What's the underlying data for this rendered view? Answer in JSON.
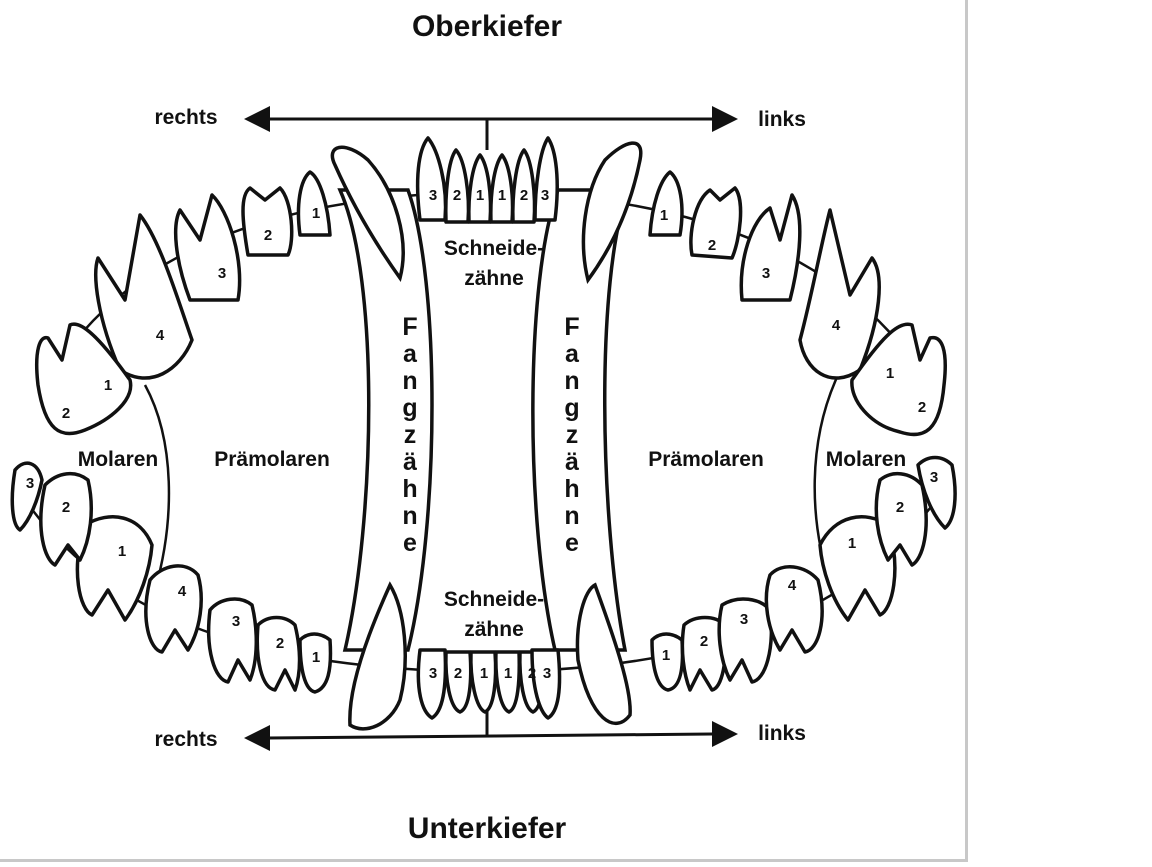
{
  "titles": {
    "top": "Oberkiefer",
    "bottom": "Unterkiefer"
  },
  "directions": {
    "right": "rechts",
    "left": "links"
  },
  "groups": {
    "incisors_line1": "Schneide-",
    "incisors_line2": "zähne",
    "canines_letters": [
      "F",
      "a",
      "n",
      "g",
      "z",
      "ä",
      "h",
      "n",
      "e"
    ],
    "premolars": "Prämolaren",
    "molars": "Molaren"
  },
  "tooth_numbers": {
    "upper_right_premolars": [
      "1",
      "2",
      "3",
      "4"
    ],
    "upper_right_molars": [
      "1",
      "2"
    ],
    "upper_left_premolars": [
      "1",
      "2",
      "3",
      "4"
    ],
    "upper_left_molars": [
      "1",
      "2"
    ],
    "lower_right_premolars": [
      "1",
      "2",
      "3",
      "4"
    ],
    "lower_right_molars": [
      "1",
      "2",
      "3"
    ],
    "lower_left_premolars": [
      "1",
      "2",
      "3",
      "4"
    ],
    "lower_left_molars": [
      "1",
      "2",
      "3"
    ],
    "upper_incisors": [
      "3",
      "2",
      "1",
      "1",
      "2",
      "3"
    ],
    "lower_incisors": [
      "3",
      "2",
      "1",
      "1",
      "2",
      "3"
    ]
  },
  "colors": {
    "ink": "#111111",
    "frame": "#c8c8c8"
  }
}
